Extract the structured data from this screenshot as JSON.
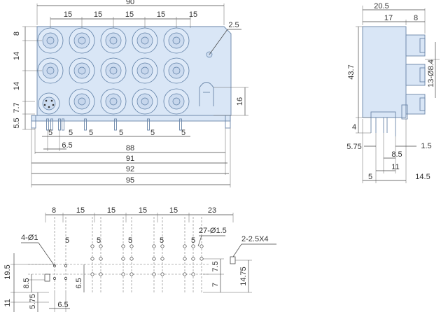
{
  "front_view": {
    "top_total": "90",
    "pitch_labels": [
      "15",
      "15",
      "15",
      "15",
      "15"
    ],
    "hole_dia": "2.5",
    "left_dims": [
      "8",
      "14",
      "14",
      "7.7",
      "5.5"
    ],
    "right_dim": "16",
    "pin_dims": [
      "5",
      "5",
      "5",
      "5",
      "5",
      "5"
    ],
    "pin_offset": "6.5",
    "bottom_totals": [
      "88",
      "91",
      "92",
      "95"
    ]
  },
  "side_view": {
    "top_dims": [
      "20.5",
      "17",
      "8"
    ],
    "height": "43.7",
    "jack_spec": "13-Ø8.4",
    "pin_height": "4",
    "offset_left": "5.75",
    "pin_width": "8.5",
    "right_small": "1.5",
    "spacing": "11",
    "bottom_left": "5",
    "bottom_right": "14.5"
  },
  "pcb_layout": {
    "top_dims": [
      "8",
      "15",
      "15",
      "15",
      "15",
      "23"
    ],
    "mount_holes": "4-Ø1",
    "pin_holes": "27-Ø1.5",
    "slot_holes": "2-2.5X4",
    "pitch_labels": [
      "5",
      "5",
      "5",
      "5",
      "5"
    ],
    "left_dims": [
      "19.5",
      "8.5",
      "11",
      "5.75"
    ],
    "inner_dim": "6.5",
    "bottom_dim": "6.5",
    "right_dims": [
      "7.5",
      "7",
      "14.75"
    ]
  }
}
